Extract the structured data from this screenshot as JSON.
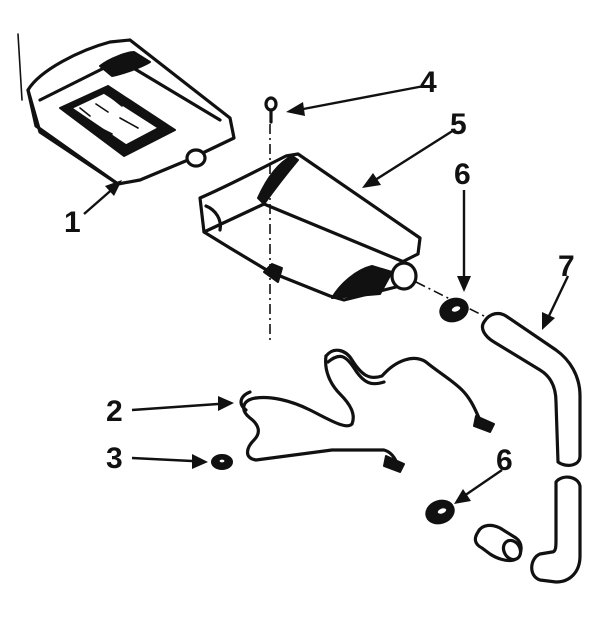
{
  "callouts": [
    {
      "id": "1",
      "label": "1"
    },
    {
      "id": "2",
      "label": "2"
    },
    {
      "id": "3",
      "label": "3"
    },
    {
      "id": "4",
      "label": "4"
    },
    {
      "id": "5",
      "label": "5"
    },
    {
      "id": "6a",
      "label": "6"
    },
    {
      "id": "6b",
      "label": "6"
    },
    {
      "id": "7",
      "label": "7"
    }
  ]
}
